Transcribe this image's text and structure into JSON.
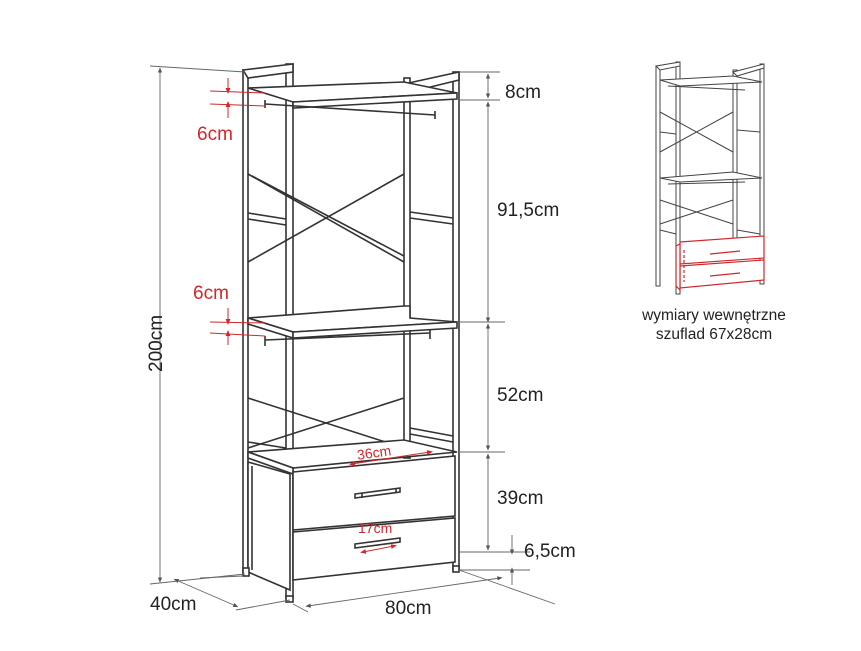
{
  "dimensions": {
    "top_thickness": "8cm",
    "hanger_gap_top": "6cm",
    "upper_section": "91,5cm",
    "hanger_gap_middle": "6cm",
    "middle_section": "52cm",
    "drawer_section": "39cm",
    "leg_height": "6,5cm",
    "total_height": "200cm",
    "depth": "40cm",
    "width": "80cm",
    "drawer_width": "36cm",
    "handle_width": "17cm"
  },
  "inset": {
    "caption_line1": "wymiary wewnętrzne",
    "caption_line2": "szuflad 67x28cm"
  },
  "colors": {
    "frame": "#333333",
    "dimension_line": "#555555",
    "highlight": "#d0282c"
  }
}
